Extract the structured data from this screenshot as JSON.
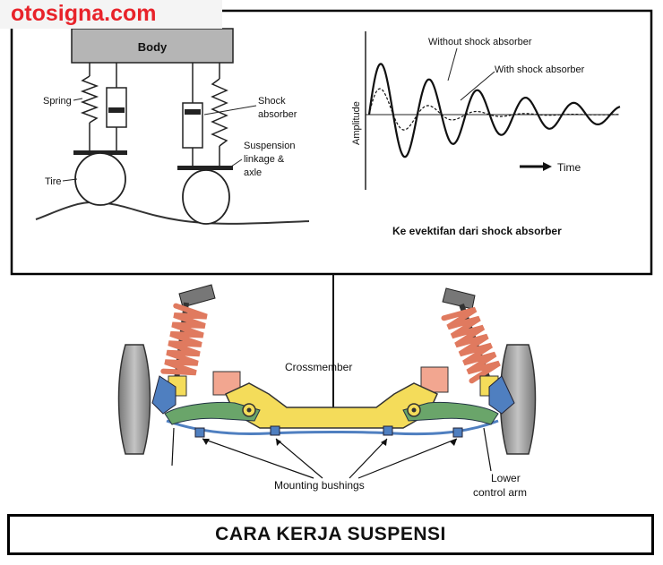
{
  "watermark": "otosigna.com",
  "title": "CARA KERJA SUSPENSI",
  "panel": {
    "body": "Body",
    "spring": "Spring",
    "tire": "Tire",
    "shock_l1": "Shock",
    "shock_l2": "absorber",
    "susp_l1": "Suspension",
    "susp_l2": "linkage &",
    "susp_l3": "axle",
    "amplitude": "Amplitude",
    "without": "Without shock absorber",
    "with": "With shock absorber",
    "time": "Time",
    "caption": "Ke evektifan dari shock absorber"
  },
  "lower": {
    "crossmember": "Crossmember",
    "mounting": "Mounting bushings",
    "lca_l1": "Lower",
    "lca_l2": "control arm"
  },
  "colors": {
    "spring": "#e07a5f",
    "crossmember": "#f4dc5a",
    "control_arm": "#6aa56a",
    "strut": "#4f7fc0",
    "tire": "#a8a8a8",
    "mount": "#f2a690",
    "watermark": "#e8232a"
  }
}
